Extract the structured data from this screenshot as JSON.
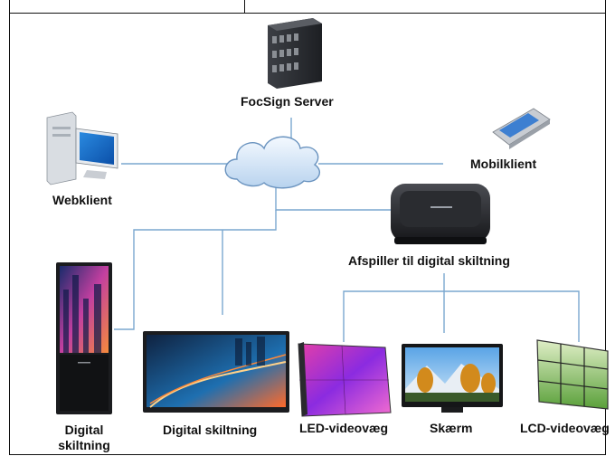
{
  "nodes": {
    "server": "FocSign Server",
    "webclient": "Webklient",
    "mobile": "Mobilklient",
    "player": "Afspiller til digital skiltning",
    "kiosk_line1": "Digital",
    "kiosk_line2": "skiltning",
    "signage": "Digital skiltning",
    "led_wall": "LED-videovæg",
    "screen": "Skærm",
    "lcd_wall": "LCD-videovæg"
  },
  "colors": {
    "connector": "#7aa7cf",
    "text": "#111111"
  },
  "icons": [
    "server-icon",
    "computer-icon",
    "mobile-phone-icon",
    "cloud-icon",
    "media-player-icon",
    "kiosk-display-icon",
    "landscape-display-icon",
    "led-wall-icon",
    "tv-screen-icon",
    "lcd-wall-icon"
  ]
}
